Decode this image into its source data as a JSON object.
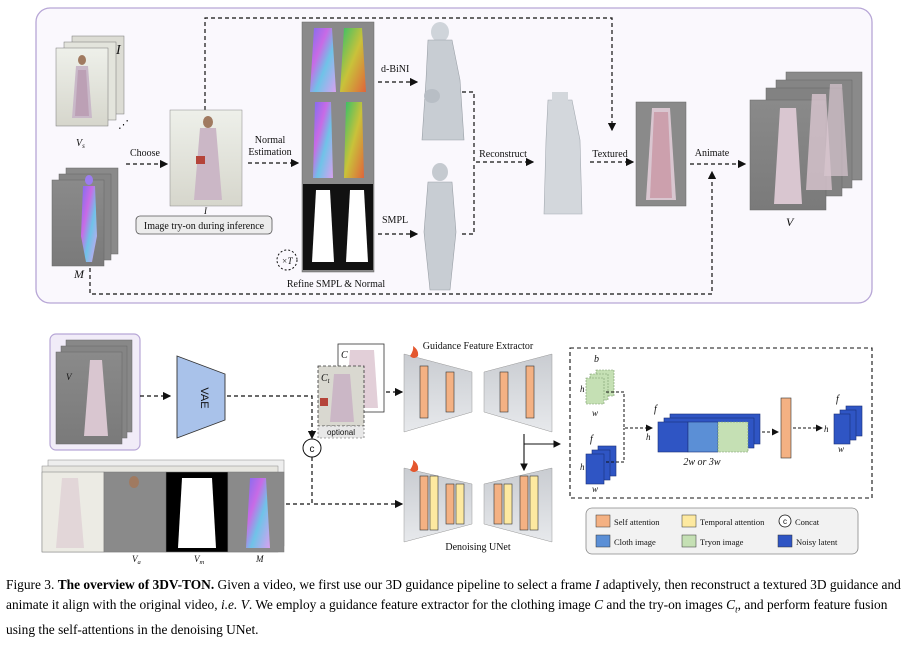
{
  "top": {
    "Vs": "V",
    "Vs_sub": "s",
    "I_label": "I",
    "M_label": "M",
    "choose": "Choose",
    "normal_est_1": "Normal",
    "normal_est_2": "Estimation",
    "dbini": "d-BiNI",
    "smpl": "SMPL",
    "reconstruct": "Reconstruct",
    "textured": "Textured",
    "animate": "Animate",
    "V_out": "V",
    "image_tryon": "Image try-on during inference",
    "xT": "×T",
    "refine": "Refine SMPL & Normal"
  },
  "bottom": {
    "V_in": "V",
    "vae": "VAE",
    "C": "C",
    "Ct": "C",
    "Ct_sub": "t",
    "optional": "optional",
    "concat_symbol": "c",
    "gfe": "Guidance Feature Extractor",
    "dunet": "Denoising UNet",
    "Va": "V",
    "Va_sub": "a",
    "Vm": "V",
    "Vm_sub": "m",
    "M_bottom": "M",
    "b": "b",
    "h": "h",
    "w": "w",
    "f": "f",
    "dims": "2w or 3w"
  },
  "legend": {
    "self_attention": "Self attention",
    "temporal_attention": "Temporal attention",
    "concat": "Concat",
    "cloth_image": "Cloth image",
    "tryon_image": "Tryon image",
    "noisy_latent": "Noisy latent"
  },
  "colors": {
    "self_attention": "#f4b183",
    "temporal_attention": "#fde9a0",
    "cloth_image": "#5b8fd6",
    "tryon_image": "#c5e0b4",
    "noisy_latent": "#2f55c4",
    "top_panel_border": "#b7a6d6",
    "top_panel_fill": "#faf8fd",
    "vae": "#a9c2ea"
  },
  "caption": {
    "fig": "Figure 3.",
    "title": "The overview of 3DV-TON.",
    "part1": "Given a video, we first use our 3D guidance pipeline to select a frame",
    "I": "I",
    "part2": "adaptively, then reconstruct a textured 3D guidance and animate it align with the original video,",
    "ie": "i.e.",
    "V": "V",
    "part3": ". We employ a guidance feature extractor for the clothing image",
    "C": "C",
    "part4": "and the try-on images",
    "Ct": "C",
    "Ct_sub": "t",
    "part5": ", and perform feature fusion using the self-attentions in the denoising UNet."
  }
}
